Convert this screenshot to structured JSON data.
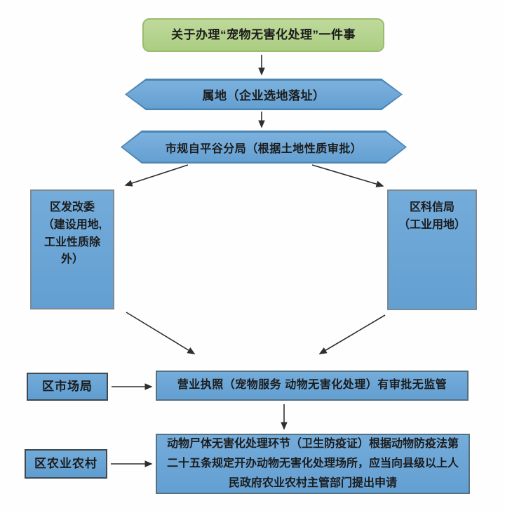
{
  "diagram": {
    "title": "关于办理“宠物无害化处理”一件事",
    "nodes": {
      "territory": "属地（企业选地落址）",
      "planning_bureau": "市规自平谷分局（根据土地性质审批）",
      "dev_reform_commission": "区发改委\n（建设用地,\n工业性质除\n外）",
      "sci_info_bureau": "区科信局\n（工业用地）",
      "market_bureau": "区市场局",
      "business_license": "营业执照（宠物服务 动物无害化处理）有审批无监管",
      "agriculture_rural": "区农业农村",
      "harmless_treatment": "动物尸体无害化处理环节（卫生防疫证）根据动物防疫法第\n二十五条规定开办动物无害化处理场所，应当向县级以上人\n民政府农业农村主管部门提出申请"
    },
    "colors": {
      "green_fill": "#b6d38f",
      "green_border": "#9abc6d",
      "blue_fill": "#6ba5d7",
      "blue_border": "#4d86b3",
      "box_border": "#55707f",
      "small_box_border": "#3f4950",
      "arrow_color": "#2f2f2f",
      "text_color": "#1c1c1c"
    }
  }
}
